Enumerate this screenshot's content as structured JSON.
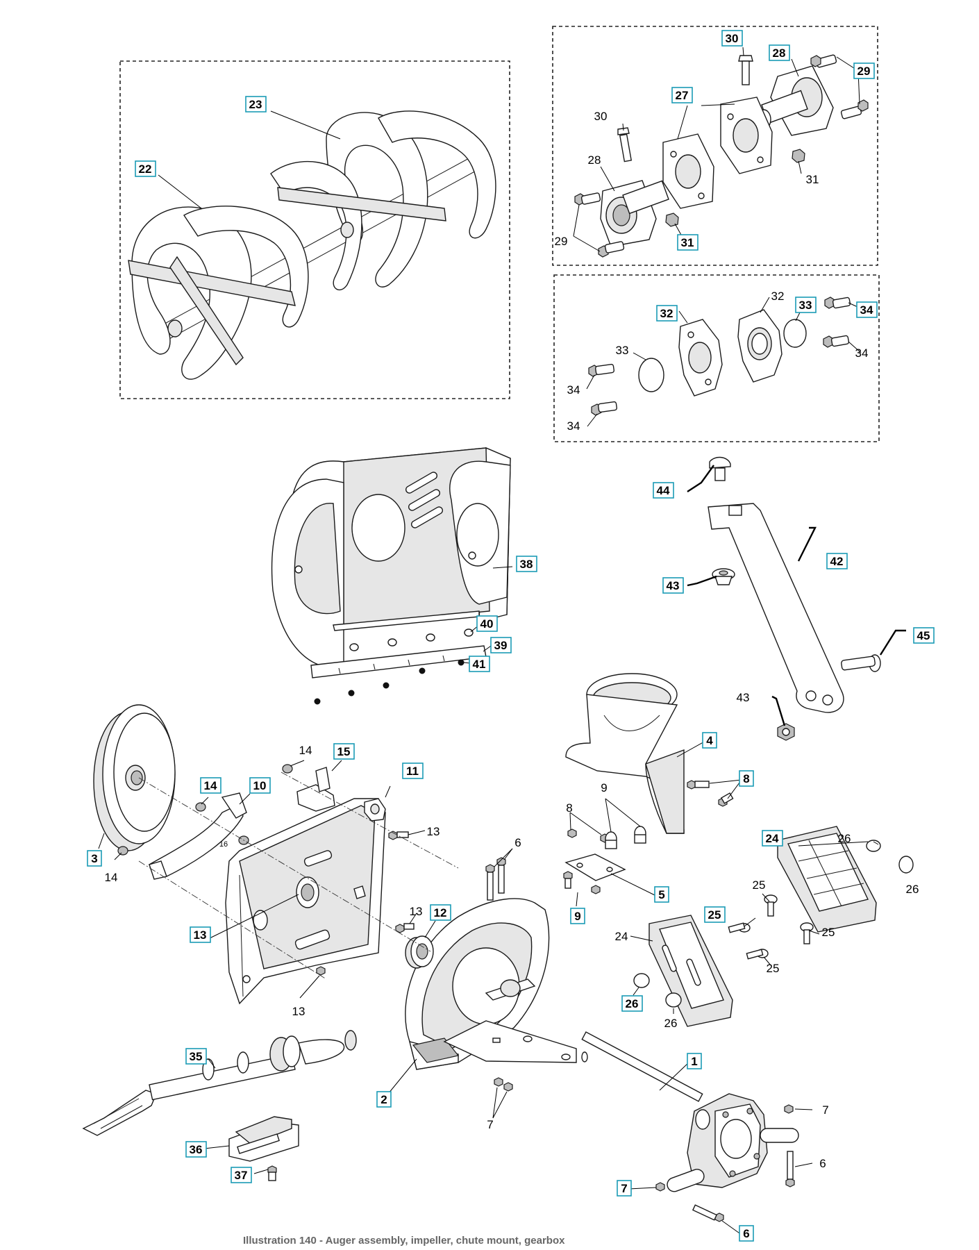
{
  "labels": {
    "l1": "1",
    "l2": "2",
    "l3": "3",
    "l4": "4",
    "l5": "5",
    "l6a": "6",
    "l6b": "6",
    "l6c": "6",
    "l7a": "7",
    "l7b": "7",
    "l7c": "7",
    "l8a": "8",
    "l8b": "8",
    "l9a": "9",
    "l9b": "9",
    "l10": "10",
    "l11": "11",
    "l12": "12",
    "l13a": "13",
    "l13b": "13",
    "l13c": "13",
    "l13d": "13",
    "l14a": "14",
    "l14b": "14",
    "l14c": "14",
    "l15": "15",
    "l16": "16",
    "l22": "22",
    "l23": "23",
    "l24a": "24",
    "l24b": "24",
    "l25a": "25",
    "l25b": "25",
    "l25c": "25",
    "l25d": "25",
    "l26a": "26",
    "l26b": "26",
    "l26c": "26",
    "l26d": "26",
    "l27": "27",
    "l28a": "28",
    "l28b": "28",
    "l29a": "29",
    "l29b": "29",
    "l30a": "30",
    "l30b": "30",
    "l31a": "31",
    "l31b": "31",
    "l32a": "32",
    "l32b": "32",
    "l33a": "33",
    "l33b": "33",
    "l34a": "34",
    "l34b": "34",
    "l34c": "34",
    "l34d": "34",
    "l35": "35",
    "l36": "36",
    "l37": "37",
    "l38": "38",
    "l39": "39",
    "l40": "40",
    "l41": "41",
    "l42": "42",
    "l43a": "43",
    "l43b": "43",
    "l44": "44",
    "l45": "45"
  },
  "colors": {
    "label_box_border": "#1a9bb5",
    "line": "#1a1a1a"
  },
  "caption": "Illustration 140 - Auger assembly, impeller, chute mount, gearbox"
}
